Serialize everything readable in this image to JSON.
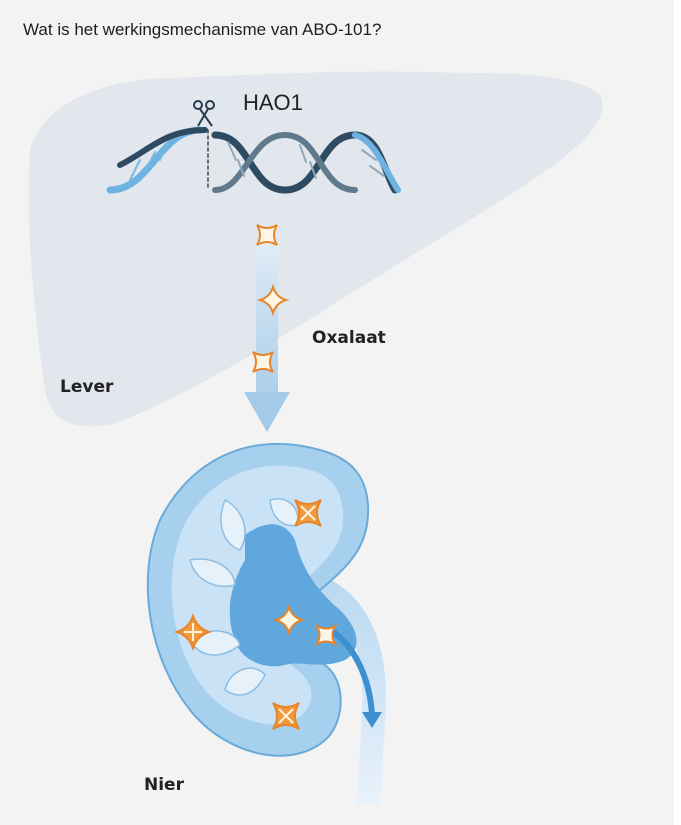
{
  "question": "Wat is het werkingsmechanisme van ABO-101?",
  "labels": {
    "gene": "HAO1",
    "oxalate": "Oxalaat",
    "liver": "Lever",
    "kidney": "Nier"
  },
  "colors": {
    "background": "#f3f3f3",
    "liver": "#e3e8ee",
    "dna_dark": "#2e4a60",
    "dna_light": "#6aaee0",
    "kidney_outer": "#a9d0ee",
    "kidney_inner": "#c9e1f5",
    "pelvis": "#5ea8dc",
    "crystal": "#e8852a",
    "arrow": "#a9cdeb"
  },
  "icons": [
    "scissors-icon",
    "dna-helix-icon",
    "crystal-icon",
    "down-arrow-icon"
  ]
}
